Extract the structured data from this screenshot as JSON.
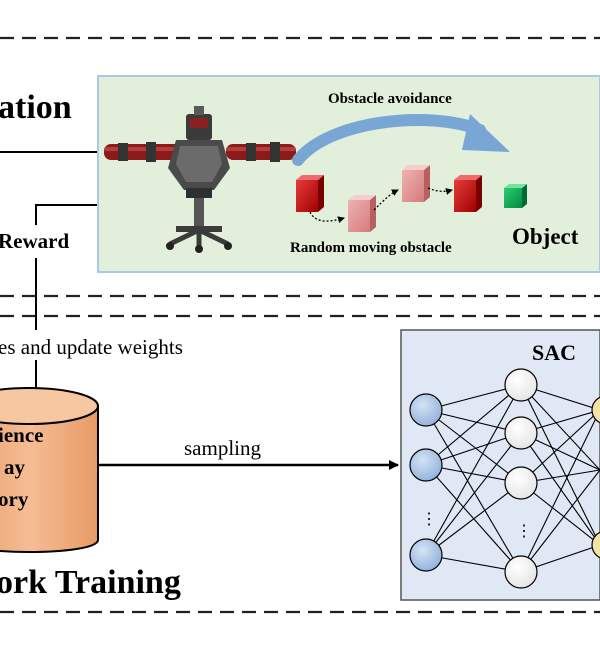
{
  "top_section": {
    "title_partial": "ation",
    "reward_label": "Reward",
    "obstacle_avoidance_label": "Obstacle avoidance",
    "random_obstacle_label": "Random moving obstacle",
    "object_label": "Object"
  },
  "middle": {
    "update_label": "es and update weights",
    "sampling_label": "sampling"
  },
  "buffer": {
    "line1": "ience",
    "line2": "ay",
    "line3": "ory"
  },
  "network": {
    "title": "SAC",
    "ellipsis_glyph": "⋮"
  },
  "bottom_section": {
    "title_partial": "ork Training"
  },
  "colors": {
    "sim_panel_bg": "#e2efda",
    "sim_panel_border": "#a9c9e5",
    "net_panel_bg": "#dfe8f4",
    "node_blue": "#a8c2e4",
    "node_white": "#ffffff",
    "node_yellow": "#f3e3a6",
    "buffer_fill": "#f4b183",
    "arrow_blue": "#7aa6d6",
    "obstacle_red": "#c00000",
    "obstacle_pink": "#e29999",
    "object_green": "#00a651"
  }
}
